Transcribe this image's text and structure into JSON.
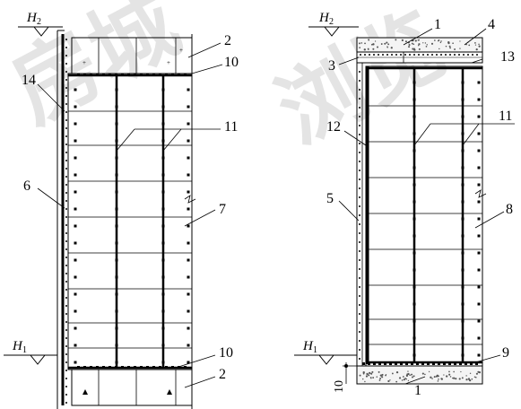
{
  "watermark": {
    "left_text": "房城",
    "right_text": "浏览"
  },
  "left_panel": {
    "level_top": {
      "letter": "H",
      "sub": "2"
    },
    "level_bottom": {
      "letter": "H",
      "sub": "1"
    },
    "callouts": [
      "2",
      "10",
      "14",
      "11",
      "6",
      "7",
      "10",
      "2"
    ]
  },
  "right_panel": {
    "level_top": {
      "letter": "H",
      "sub": "2"
    },
    "level_bottom": {
      "letter": "H",
      "sub": "1"
    },
    "callouts": [
      "1",
      "4",
      "3",
      "13",
      "12",
      "11",
      "5",
      "8",
      "9",
      "1"
    ],
    "dimension_label": "10"
  }
}
